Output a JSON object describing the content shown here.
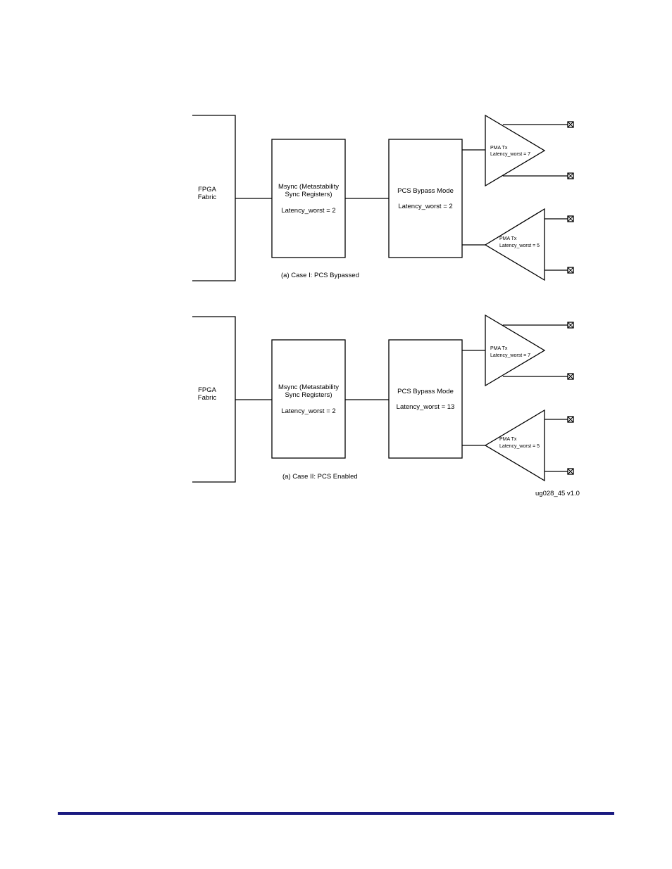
{
  "figure_id": "ug028_45 v1.0",
  "colors": {
    "line": "#000000",
    "footer_rule": "#1a1a80"
  },
  "pad_icon": "crossed-box-icon",
  "cases": [
    {
      "caption": "(a) Case I: PCS Bypassed",
      "fabric_line1": "FPGA",
      "fabric_line2": "Fabric",
      "msync_line1": "Msync (Metastability",
      "msync_line2": "Sync Registers)",
      "msync_latency": "Latency_worst = 2",
      "pcs_title": "PCS Bypass Mode",
      "pcs_latency": "Latency_worst = 2",
      "pma_top_title": "PMA Tx",
      "pma_top_latency": "Latency_worst = 7",
      "pma_bottom_title": "PMA Tx",
      "pma_bottom_latency": "Latency_worst = 5"
    },
    {
      "caption": "(a) Case II: PCS Enabled",
      "fabric_line1": "FPGA",
      "fabric_line2": "Fabric",
      "msync_line1": "Msync (Metastability",
      "msync_line2": "Sync Registers)",
      "msync_latency": "Latency_worst = 2",
      "pcs_title": "PCS Bypass Mode",
      "pcs_latency": "Latency_worst = 13",
      "pma_top_title": "PMA Tx",
      "pma_top_latency": "Latency_worst = 7",
      "pma_bottom_title": "PMA Tx",
      "pma_bottom_latency": "Latency_worst = 5"
    }
  ]
}
